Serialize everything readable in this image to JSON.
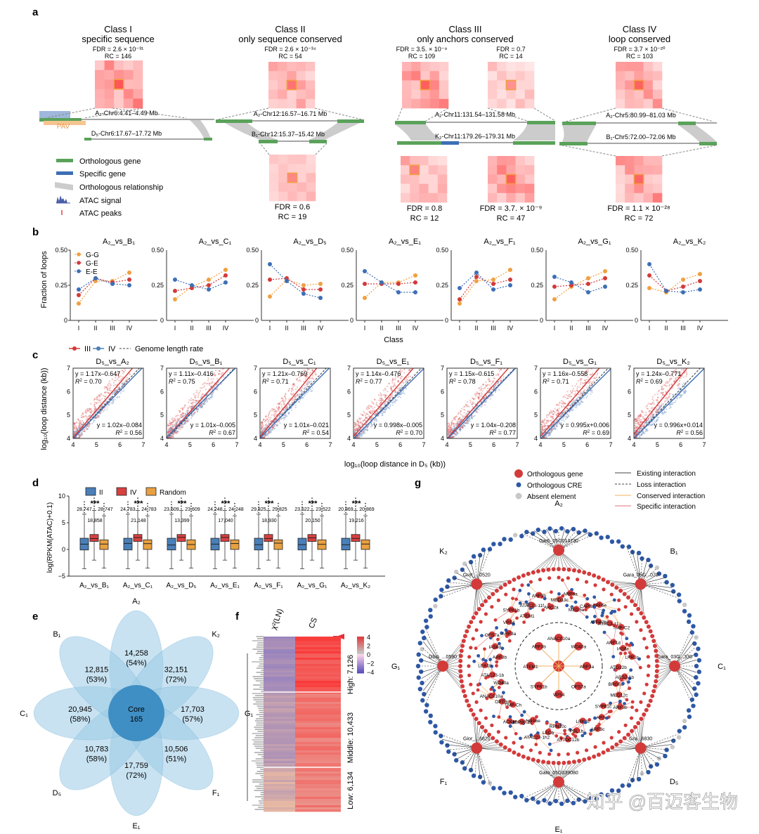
{
  "panels": {
    "a": "a",
    "b": "b",
    "c": "c",
    "d": "d",
    "e": "e",
    "f": "f",
    "g": "g"
  },
  "panel_a": {
    "classes": [
      {
        "title1": "Class I",
        "title2": "specific sequence",
        "stats": [
          "FDR = 2.6 × 10⁻³¹",
          "RC = 146"
        ],
        "chr_top": "A₂-Chr6:4.41–4.49 Mb",
        "chr_bottom": "D₅-Chr6:17.67–17.72 Mb",
        "pav": "PAV"
      },
      {
        "title1": "Class II",
        "title2": "only sequence conserved",
        "stats": [
          "FDR = 2.6 × 10⁻³⁴",
          "RC = 54"
        ],
        "chr_top": "A₂-Chr12:16.57–16.71 Mb",
        "chr_bottom": "B₁-Chr12:15.37–15.42 Mb",
        "bottom_stats": [
          "FDR = 0.6",
          "RC = 19"
        ]
      },
      {
        "title1": "Class III",
        "title2": "only anchors conserved",
        "stats": [
          "FDR = 3.5. × 10⁻⁹",
          "RC = 109"
        ],
        "stats2": [
          "FDR = 0.7",
          "RC = 14"
        ],
        "chr_top": "A₂-Chr11:131.54–131.58 Mb",
        "chr_bottom": "K₂-Chr11:179.26–179.31 Mb",
        "bottom_stats": [
          "FDR = 0.8",
          "RC = 12"
        ],
        "bottom_stats2": [
          "FDR = 3.7. × 10⁻⁹",
          "RC = 47"
        ]
      },
      {
        "title1": "Class IV",
        "title2": "loop conserved",
        "stats": [
          "FDR = 3.7 × 10⁻²⁰",
          "RC = 103"
        ],
        "chr_top": "A₂-Chr5:80.99–81.03 Mb",
        "chr_bottom": "B₁-Chr5:72.00–72.06 Mb",
        "bottom_stats": [
          "FDR = 1.1 × 10⁻²⁸",
          "RC = 72"
        ]
      }
    ],
    "legend": [
      "Orthologous gene",
      "Specific gene",
      "Orthologous relationship",
      "ATAC signal",
      "ATAC peaks"
    ]
  },
  "colors": {
    "green": "#5aa25a",
    "blue": "#3d6fb5",
    "red": "#d33a3a",
    "orange": "#f0a040",
    "box_blue": "#4a7fb8",
    "box_red": "#d94040",
    "box_orange": "#e8a040",
    "petal": "#9ccbe6",
    "core": "#3a8bc2"
  },
  "chart_data": [
    {
      "type": "line",
      "panel": "b",
      "xlabel": "Class",
      "ylabel": "Fraction of loops",
      "categories": [
        "I",
        "II",
        "III",
        "IV"
      ],
      "ylim": [
        0,
        0.5
      ],
      "yticks": [
        "0",
        "0.25",
        "0.50"
      ],
      "legend": [
        "G-G",
        "G-E",
        "E-E"
      ],
      "subplots": [
        {
          "title": "A₂_vs_B₁",
          "series": [
            {
              "name": "G-G",
              "values": [
                0.12,
                0.28,
                0.28,
                0.34
              ]
            },
            {
              "name": "G-E",
              "values": [
                0.18,
                0.3,
                0.27,
                0.29
              ]
            },
            {
              "name": "E-E",
              "values": [
                0.22,
                0.3,
                0.26,
                0.25
              ]
            }
          ]
        },
        {
          "title": "A₂_vs_C₁",
          "series": [
            {
              "name": "G-G",
              "values": [
                0.15,
                0.24,
                0.29,
                0.36
              ]
            },
            {
              "name": "G-E",
              "values": [
                0.21,
                0.23,
                0.25,
                0.32
              ]
            },
            {
              "name": "E-E",
              "values": [
                0.29,
                0.25,
                0.22,
                0.27
              ]
            }
          ]
        },
        {
          "title": "A₂_vs_D₅",
          "series": [
            {
              "name": "G-G",
              "values": [
                0.17,
                0.29,
                0.25,
                0.26
              ]
            },
            {
              "name": "G-E",
              "values": [
                0.29,
                0.3,
                0.22,
                0.22
              ]
            },
            {
              "name": "E-E",
              "values": [
                0.4,
                0.28,
                0.19,
                0.16
              ]
            }
          ]
        },
        {
          "title": "A₂_vs_E₁",
          "series": [
            {
              "name": "G-G",
              "values": [
                0.16,
                0.27,
                0.27,
                0.32
              ]
            },
            {
              "name": "G-E",
              "values": [
                0.26,
                0.26,
                0.26,
                0.27
              ]
            },
            {
              "name": "E-E",
              "values": [
                0.35,
                0.27,
                0.2,
                0.2
              ]
            }
          ]
        },
        {
          "title": "A₂_vs_F₁",
          "series": [
            {
              "name": "G-G",
              "values": [
                0.12,
                0.28,
                0.29,
                0.36
              ]
            },
            {
              "name": "G-E",
              "values": [
                0.15,
                0.31,
                0.26,
                0.29
              ]
            },
            {
              "name": "E-E",
              "values": [
                0.23,
                0.34,
                0.22,
                0.25
              ]
            }
          ]
        },
        {
          "title": "A₂_vs_G₁",
          "series": [
            {
              "name": "G-G",
              "values": [
                0.15,
                0.24,
                0.3,
                0.35
              ]
            },
            {
              "name": "G-E",
              "values": [
                0.24,
                0.25,
                0.26,
                0.3
              ]
            },
            {
              "name": "E-E",
              "values": [
                0.31,
                0.27,
                0.2,
                0.24
              ]
            }
          ]
        },
        {
          "title": "A₂_vs_K₂",
          "series": [
            {
              "name": "G-G",
              "values": [
                0.23,
                0.2,
                0.29,
                0.33
              ]
            },
            {
              "name": "G-E",
              "values": [
                0.32,
                0.21,
                0.24,
                0.28
              ]
            },
            {
              "name": "E-E",
              "values": [
                0.4,
                0.21,
                0.2,
                0.22
              ]
            }
          ]
        }
      ]
    },
    {
      "type": "scatter",
      "panel": "c",
      "legend": [
        "III",
        "IV",
        "Genome length rate"
      ],
      "xlabel": "log₁₀(loop distance in D₅ (kb))",
      "ylabel": "log₁₀(loop distance (kb))",
      "xlim": [
        4,
        7
      ],
      "ylim": [
        4,
        7
      ],
      "ticks": [
        "4",
        "5",
        "6",
        "7"
      ],
      "subplots": [
        {
          "title": "D₅_vs_A₂",
          "eq_iii": "y = 1.17x–0.647",
          "r2_iii": "0.70",
          "eq_iv": "y = 1.02x–0.084",
          "r2_iv": "0.56",
          "iii": [
            1.17,
            -0.647
          ],
          "iv": [
            1.02,
            -0.084
          ],
          "rate": 1.06
        },
        {
          "title": "D₅_vs_B₁",
          "eq_iii": "y = 1.11x–0.416",
          "r2_iii": "0.75",
          "eq_iv": "y = 1.01x–0.005",
          "r2_iv": "0.67",
          "iii": [
            1.11,
            -0.416
          ],
          "iv": [
            1.01,
            -0.005
          ],
          "rate": 1.05
        },
        {
          "title": "D₅_vs_C₁",
          "eq_iii": "y = 1.21x–0.769",
          "r2_iii": "0.71",
          "eq_iv": "y = 1.01x–0.021",
          "r2_iv": "0.54",
          "iii": [
            1.21,
            -0.769
          ],
          "iv": [
            1.01,
            -0.021
          ],
          "rate": 1.06
        },
        {
          "title": "D₅_vs_E₁",
          "eq_iii": "y = 1.14x–0.476",
          "r2_iii": "0.77",
          "eq_iv": "y = 0.998x–0.005",
          "r2_iv": "0.70",
          "iii": [
            1.14,
            -0.476
          ],
          "iv": [
            0.998,
            -0.005
          ],
          "rate": 1.05
        },
        {
          "title": "D₅_vs_F₁",
          "eq_iii": "y = 1.15x–0.615",
          "r2_iii": "0.78",
          "eq_iv": "y = 1.04x–0.208",
          "r2_iv": "0.77",
          "iii": [
            1.15,
            -0.615
          ],
          "iv": [
            1.04,
            -0.208
          ],
          "rate": 1.05
        },
        {
          "title": "D₅_vs_G₁",
          "eq_iii": "y = 1.16x–0.558",
          "r2_iii": "0.71",
          "eq_iv": "y = 0.995x+0.006",
          "r2_iv": "0.69",
          "iii": [
            1.16,
            -0.558
          ],
          "iv": [
            0.995,
            0.006
          ],
          "rate": 1.05
        },
        {
          "title": "D₅_vs_K₂",
          "eq_iii": "y = 1.24x–0.771",
          "r2_iii": "0.69",
          "eq_iv": "y = 0.996x+0.014",
          "r2_iv": "0.56",
          "iii": [
            1.24,
            -0.771
          ],
          "iv": [
            0.996,
            0.014
          ],
          "rate": 1.06
        }
      ]
    },
    {
      "type": "box",
      "panel": "d",
      "ylabel": "log(RPKM(ATAC)+0.1)",
      "ylim": [
        -5,
        10
      ],
      "yticks": [
        "−5",
        "0",
        "5",
        "10"
      ],
      "legend": [
        "II",
        "IV",
        "Random"
      ],
      "sig": "***",
      "groups": [
        {
          "label": "A₂_vs_B₁",
          "n": [
            "28,747",
            "18,858",
            "28,747"
          ]
        },
        {
          "label": "A₂_vs_C₁",
          "n": [
            "24,783",
            "21,148",
            "24,783"
          ]
        },
        {
          "label": "A₂_vs_D₅",
          "n": [
            "23,609",
            "13,399",
            "23,609"
          ]
        },
        {
          "label": "A₂_vs_E₁",
          "n": [
            "24,248",
            "17,040",
            "24,248"
          ]
        },
        {
          "label": "A₂_vs_F₁",
          "n": [
            "29,825",
            "18,930",
            "29,825"
          ]
        },
        {
          "label": "A₂_vs_G₁",
          "n": [
            "23,522",
            "20,150",
            "23,522"
          ]
        },
        {
          "label": "A₂_vs_K₂",
          "n": [
            "20,869",
            "19,216",
            "20,869"
          ]
        }
      ],
      "box_stats": {
        "II": [
          1,
          -0.1,
          2.1
        ],
        "IV": [
          2.2,
          1.5,
          2.8
        ],
        "Random": [
          1,
          0,
          1.8
        ]
      }
    }
  ],
  "panel_e": {
    "core_label": "Core",
    "core_value": "165",
    "petals": [
      {
        "label": "A₂",
        "value": "14,258",
        "pct": "(54%)"
      },
      {
        "label": "K₂",
        "value": "32,151",
        "pct": "(72%)"
      },
      {
        "label": "G₁",
        "value": "17,703",
        "pct": "(57%)"
      },
      {
        "label": "F₁",
        "value": "10,506",
        "pct": "(51%)"
      },
      {
        "label": "E₁",
        "value": "17,759",
        "pct": "(72%)"
      },
      {
        "label": "D₅",
        "value": "10,783",
        "pct": "(58%)"
      },
      {
        "label": "C₁",
        "value": "20,945",
        "pct": "(58%)"
      },
      {
        "label": "B₁",
        "value": "12,815",
        "pct": "(53%)"
      }
    ]
  },
  "panel_f": {
    "col1": "χ²(LN)",
    "col2": "CS",
    "scale": [
      "4",
      "2",
      "0",
      "−2",
      "−4"
    ],
    "groups": [
      "High: 7,126",
      "Middle: 10,433",
      "Low: 6,134"
    ]
  },
  "panel_g": {
    "legend": [
      "Orthologous gene",
      "Orthologous CRE",
      "Absent element",
      "Existing interaction",
      "Loss interaction",
      "Conserved interaction",
      "Specific interaction"
    ],
    "species": [
      "A₂",
      "B₁",
      "C₁",
      "D₅",
      "E₁",
      "F₁",
      "G₁",
      "K₂"
    ],
    "hubs": [
      "Garb_05G014730",
      "Gara_05G...070",
      "Gara_03G...330",
      "Gra...6830",
      "Gato_05G039080",
      "Gior_...6820",
      "Gbio_...0590",
      "Grot_...0520"
    ],
    "inner_genes": [
      "BRG6a",
      "MED12c",
      "ARF3b",
      "SYP61c",
      "AP3c",
      "ARF3c",
      "LRK2c",
      "PBL1b",
      "ATTDC12b",
      "RPN10c",
      "LECb",
      "ATAC23-1h2",
      "NBA6e",
      "HSP90.2c",
      "ACK1f",
      "TMP-Ch",
      "OPT8c",
      "ANAC010a",
      "WD40a",
      "ATAC23-1b",
      "LEA1b",
      "ARF3b",
      "IAS6d",
      "OFS7a",
      "ARF3a",
      "VPS4",
      "SYP61b",
      "ATEM1",
      "ATAC23-11f",
      "ARF3b",
      "ARC2a",
      "MED13c",
      "ARP8a",
      "MEDSa",
      "CAPSa",
      "ARF6e",
      "ATPA2b",
      "ATAC3-11g",
      "TMP-C2",
      "ARF1d",
      "IAS6e",
      "LPR2c",
      "ATG22b",
      "ARS2-1b"
    ],
    "center_genes": [
      "ANAC010a",
      "WD40a",
      "ARF3a",
      "OFS7a",
      "VPS4",
      "SYP61b",
      "ATEM1",
      "ARF3b"
    ]
  },
  "watermark": "知乎 @百迈客生物"
}
